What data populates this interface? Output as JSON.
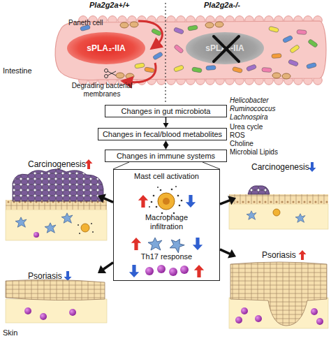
{
  "diagram": {
    "nodes": [
      {
        "text": [
          "sPLA₂-IIA"
        ]
      },
      {
        "text": [
          "sPLA₂-IIA"
        ]
      },
      {
        "text": [
          "Changes in gut microbiota"
        ]
      },
      {
        "text": [
          "Changes in fecal/blood metabolites"
        ]
      },
      {
        "text": [
          "Changes in immune systems"
        ]
      },
      {
        "text": [
          "Mast cell activation",
          "Macrophage infiltration",
          "Th17 response"
        ]
      },
      {
        "text": [
          "Carcinogenesis"
        ]
      },
      {
        "text": [
          "Carcinogenesis"
        ]
      },
      {
        "text": [
          "Psoriasis"
        ]
      },
      {
        "text": [
          "Psoriasis"
        ]
      }
    ],
    "edges": [
      {
        "from": 2,
        "to": 3,
        "arrow": "to"
      },
      {
        "from": 3,
        "to": 4,
        "arrow": "both"
      },
      {
        "from": 5,
        "to": 6,
        "arrow": "to"
      },
      {
        "from": 5,
        "to": 7,
        "arrow": "to"
      },
      {
        "from": 5,
        "to": 8,
        "arrow": "to"
      },
      {
        "from": 5,
        "to": 9,
        "arrow": "to"
      }
    ],
    "labels": [
      "Pla2g2a+/+",
      "Pla2g2a-/-",
      "Paneth cell",
      "Intestine",
      "Degrading bacterial membranes",
      "Helicobacter",
      "Ruminococcus",
      "Lachnospira",
      "Urea cycle",
      "ROS",
      "Choline",
      "Microbial Lipids",
      "Skin"
    ]
  }
}
